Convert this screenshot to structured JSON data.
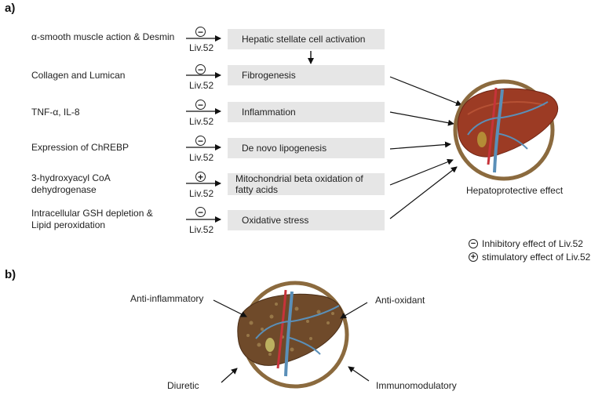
{
  "panel_a": {
    "label": "a)",
    "rows": [
      {
        "left": "α-smooth muscle action & Desmin",
        "sign": "−",
        "drug": "Liv.52",
        "box": "Hepatic stellate cell activation"
      },
      {
        "left": "Collagen and Lumican",
        "sign": "−",
        "drug": "Liv.52",
        "box": "Fibrogenesis"
      },
      {
        "left": "TNF-α, IL-8",
        "sign": "−",
        "drug": "Liv.52",
        "box": "Inflammation"
      },
      {
        "left": "Expression of ChREBP",
        "sign": "−",
        "drug": "Liv.52",
        "box": "De novo lipogenesis"
      },
      {
        "left": "3-hydroxyacyl CoA dehydrogenase",
        "left_line1": "3-hydroxyacyl CoA",
        "left_line2": "dehydrogenase",
        "sign": "+",
        "drug": "Liv.52",
        "box": "Mitochondrial beta oxidation of fatty acids",
        "box_line1": "Mitochondrial beta oxidation of",
        "box_line2": "fatty acids"
      },
      {
        "left": "Intracellular GSH depletion & Lipid peroxidation",
        "left_line1": "Intracellular GSH depletion &",
        "left_line2": "Lipid peroxidation",
        "sign": "−",
        "drug": "Liv.52",
        "box": "Oxidative stress"
      }
    ],
    "result_caption": "Hepatoprotective effect",
    "legend": [
      {
        "sign": "−",
        "text": "Inhibitory effect of Liv.52"
      },
      {
        "sign": "+",
        "text": "stimulatory effect of Liv.52"
      }
    ]
  },
  "panel_b": {
    "label": "b)",
    "effects": {
      "top_left": "Anti-inflammatory",
      "top_right": "Anti-oxidant",
      "bottom_left": "Diuretic",
      "bottom_right": "Immunomodulatory"
    }
  },
  "colors": {
    "box_fill": "#e6e6e6",
    "liver_ring": "#8b6a3e",
    "liver_fill": "#9c3b24",
    "vessel_blue": "#5a8fb8",
    "vessel_red": "#c7333a"
  }
}
